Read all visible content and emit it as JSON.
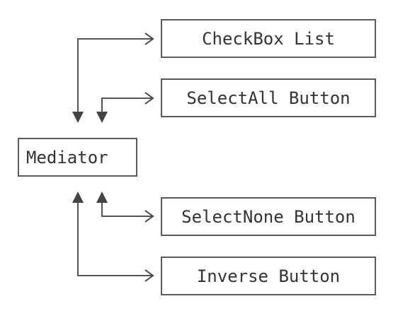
{
  "diagram": {
    "mediator_label": "Mediator",
    "colleagues": [
      {
        "label": "CheckBox List"
      },
      {
        "label": "SelectAll Button"
      },
      {
        "label": "SelectNone Button"
      },
      {
        "label": "Inverse Button"
      }
    ],
    "line_color": "#555555",
    "arrow_color": "#444444"
  }
}
